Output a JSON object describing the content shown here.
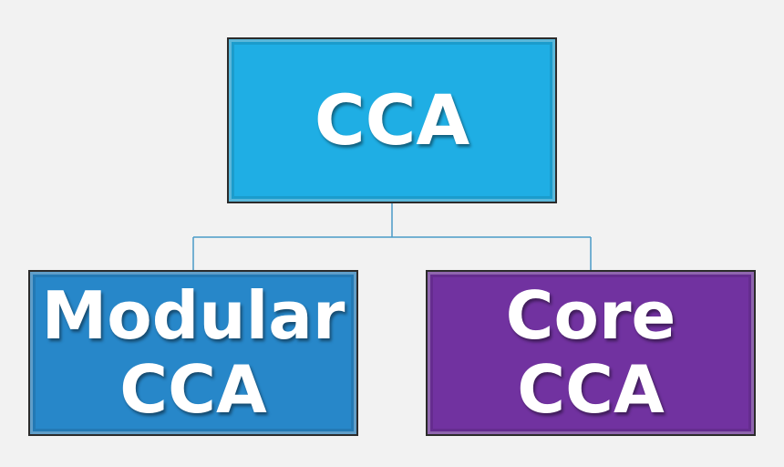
{
  "diagram": {
    "root": {
      "label": "CCA",
      "color": "#1faee4"
    },
    "children": [
      {
        "line1": "Modular",
        "line2": "CCA",
        "color": "#2787c9"
      },
      {
        "line1": "Core",
        "line2": "CCA",
        "color": "#7132a0"
      }
    ],
    "connector_color": "#4a9bc8"
  }
}
